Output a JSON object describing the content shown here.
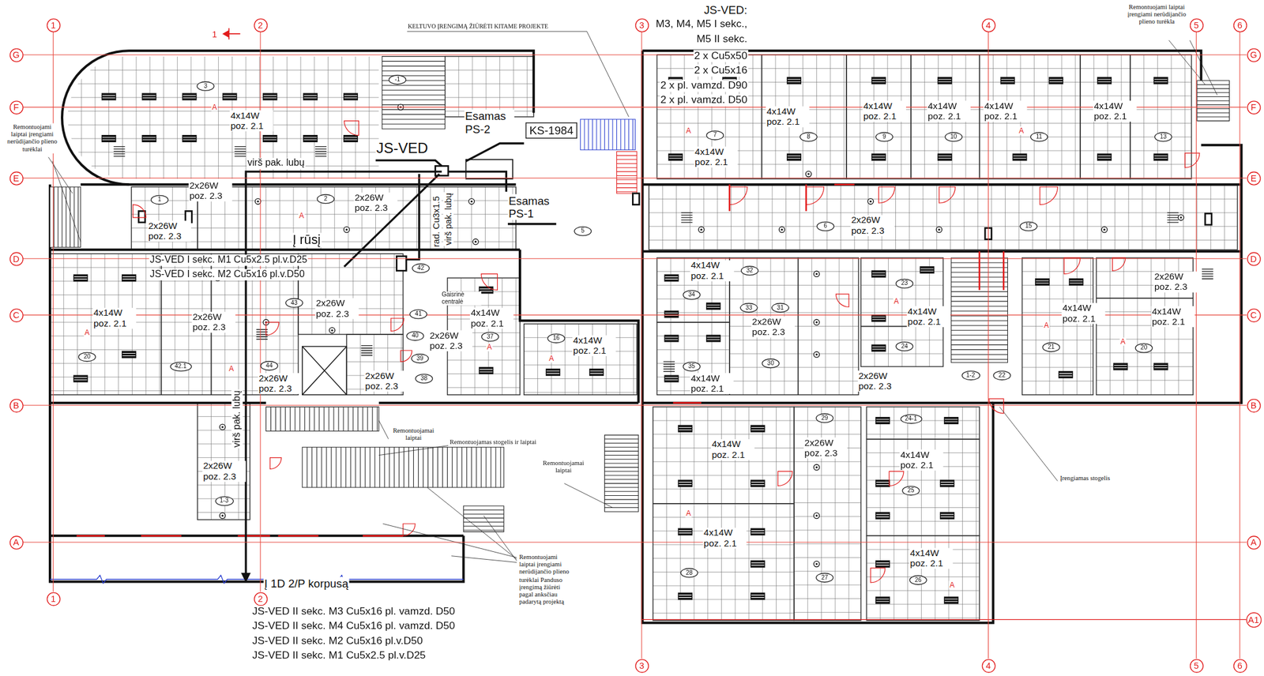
{
  "diagram": {
    "nodes": [
      {
        "text": [
          "1"
        ]
      },
      {
        "text": [
          "2"
        ]
      },
      {
        "text": [
          "3"
        ]
      },
      {
        "text": [
          "4"
        ]
      },
      {
        "text": [
          "5"
        ]
      },
      {
        "text": [
          "6"
        ]
      },
      {
        "text": [
          "G"
        ]
      },
      {
        "text": [
          "G"
        ]
      },
      {
        "text": [
          "F"
        ]
      },
      {
        "text": [
          "F"
        ]
      },
      {
        "text": [
          "E"
        ]
      },
      {
        "text": [
          "E"
        ]
      },
      {
        "text": [
          "D"
        ]
      },
      {
        "text": [
          "D"
        ]
      },
      {
        "text": [
          "C"
        ]
      },
      {
        "text": [
          "C"
        ]
      },
      {
        "text": [
          "B"
        ]
      },
      {
        "text": [
          "B"
        ]
      },
      {
        "text": [
          "A"
        ]
      },
      {
        "text": [
          "A"
        ]
      },
      {
        "text": [
          "A1"
        ]
      },
      {
        "text": [
          "1"
        ]
      },
      {
        "text": [
          "2"
        ]
      },
      {
        "text": [
          "3"
        ]
      },
      {
        "text": [
          "4"
        ]
      },
      {
        "text": [
          "5"
        ]
      },
      {
        "text": [
          "6"
        ]
      },
      {
        "text": [
          "KS-1984"
        ]
      },
      {
        "text": [
          "3"
        ]
      },
      {
        "text": [
          "-1"
        ]
      },
      {
        "text": [
          "7"
        ]
      },
      {
        "text": [
          "8"
        ]
      },
      {
        "text": [
          "9"
        ]
      },
      {
        "text": [
          "10"
        ]
      },
      {
        "text": [
          "11"
        ]
      },
      {
        "text": [
          "13"
        ]
      },
      {
        "text": [
          "1"
        ]
      },
      {
        "text": [
          "2"
        ]
      },
      {
        "text": [
          "5"
        ]
      },
      {
        "text": [
          "6"
        ]
      },
      {
        "text": [
          "15"
        ]
      },
      {
        "text": [
          "42"
        ]
      },
      {
        "text": [
          "32"
        ]
      },
      {
        "text": [
          "23"
        ]
      },
      {
        "text": [
          "34"
        ]
      },
      {
        "text": [
          "43"
        ]
      },
      {
        "text": [
          "33"
        ]
      },
      {
        "text": [
          "31"
        ]
      },
      {
        "text": [
          "41"
        ]
      },
      {
        "text": [
          "37"
        ]
      },
      {
        "text": [
          "40"
        ]
      },
      {
        "text": [
          "16"
        ]
      },
      {
        "text": [
          "24"
        ]
      },
      {
        "text": [
          "21"
        ]
      },
      {
        "text": [
          "20"
        ]
      },
      {
        "text": [
          "20"
        ]
      },
      {
        "text": [
          "42.1"
        ]
      },
      {
        "text": [
          "44"
        ]
      },
      {
        "text": [
          "39"
        ]
      },
      {
        "text": [
          "30"
        ]
      },
      {
        "text": [
          "35"
        ]
      },
      {
        "text": [
          "1-2"
        ]
      },
      {
        "text": [
          "22"
        ]
      },
      {
        "text": [
          "38"
        ]
      },
      {
        "text": [
          "29"
        ]
      },
      {
        "text": [
          "24-1"
        ]
      },
      {
        "text": [
          "25"
        ]
      },
      {
        "text": [
          "1-3"
        ]
      },
      {
        "text": [
          "28"
        ]
      },
      {
        "text": [
          "27"
        ]
      },
      {
        "text": [
          "26"
        ]
      }
    ],
    "edges": [
      {
        "from": 0,
        "to": 21,
        "arrow": "none"
      },
      {
        "from": 1,
        "to": 22,
        "arrow": "none"
      },
      {
        "from": 2,
        "to": 23,
        "arrow": "none"
      },
      {
        "from": 3,
        "to": 24,
        "arrow": "none"
      },
      {
        "from": 4,
        "to": 25,
        "arrow": "none"
      },
      {
        "from": 5,
        "to": 26,
        "arrow": "none"
      },
      {
        "from": 6,
        "to": 7,
        "arrow": "none"
      },
      {
        "from": 8,
        "to": 9,
        "arrow": "none"
      },
      {
        "from": 10,
        "to": 11,
        "arrow": "none"
      },
      {
        "from": 12,
        "to": 13,
        "arrow": "none"
      },
      {
        "from": 14,
        "to": 15,
        "arrow": "none"
      },
      {
        "from": 16,
        "to": 17,
        "arrow": "none"
      },
      {
        "from": 18,
        "to": 19,
        "arrow": "none"
      }
    ],
    "labels": [
      "1",
      "KELTUVO ĮRENGIMĄ ŽIŪRĖTI KITAME PROJEKTE",
      "JS-VED:",
      "M3, M4, M5 I sekc.,",
      "M5 II sekc.",
      "2 x Cu5x50",
      "2 x Cu5x16",
      "2 x pl. vamzd. D90",
      "2 x pl. vamzd. D50",
      "Remontuojami laiptai įrengiami nerūdijančio plieno turėkla",
      "Remontuojami laiptai įrengiami nerūdijančio plieno turėklai",
      "Esamas PS-2",
      "JS-VED",
      "Esamas PS-1",
      "virš pak. lubų",
      "Į rūsį",
      "JS-VED I sekc. M1 Cu5x2.5 pl.v.D25",
      "JS-VED I sekc. M2 Cu5x16 pl.v.D50",
      "rad. Cu3x1.5",
      "virš pak. lubų",
      "Gaisrinė centralė",
      "virš pak. lubų",
      "Remontuojamai laiptai",
      "Remontuojamas stogelis ir laiptai",
      "Remontuojamai laiptai",
      "Įrengiamas stogelis",
      "Remontuojami laiptai įrengiami nerūdijančio plieno turėklai Panduso įrengimą žiūrėti pagal anksčiau padarytą projektą",
      "Į 1D 2/P korpusą",
      "JS-VED II sekc. M3 Cu5x16 pl. vamzd. D50",
      "JS-VED II sekc. M4 Cu5x16 pl. vamzd. D50",
      "JS-VED II sekc. M2 Cu5x16 pl.v.D50",
      "JS-VED II sekc. M1 Cu5x2.5 pl.v.D25",
      "4x14W poz. 2.1",
      "2x26W poz. 2.3",
      "2x26W poz. 2.3",
      "2x26W poz. 2.3",
      "4x14W poz. 2.1",
      "2x26W poz. 2.3",
      "2x26W poz. 2.3",
      "4x14W poz. 2.1",
      "2x26W poz. 2.3",
      "2x26W poz. 2.3",
      "2x26W poz. 2.3",
      "4x14W poz. 2.1",
      "2x26W poz. 2.3",
      "4x14W poz. 2.1",
      "4x14W poz. 2.1",
      "4x14W poz. 2.1",
      "4x14W poz. 2.1",
      "4x14W poz. 2.1",
      "4x14W poz. 2.1",
      "2x26W poz. 2.3",
      "4x14W poz. 2.1",
      "4x14W poz. 2.1",
      "2x26W poz. 2.3",
      "4x14W poz. 2.1",
      "4x14W poz. 2.1",
      "2x26W poz. 2.3",
      "4x14W poz. 2.1",
      "2x26W poz. 2.3",
      "4x14W poz. 2.1",
      "2x26W poz. 2.3",
      "4x14W poz. 2.1",
      "4x14W poz. 2.1",
      "4x14W poz. 2.1",
      "A",
      "A",
      "A",
      "A",
      "A",
      "A",
      "A",
      "A",
      "A",
      "A",
      "A",
      "A",
      "A"
    ]
  }
}
